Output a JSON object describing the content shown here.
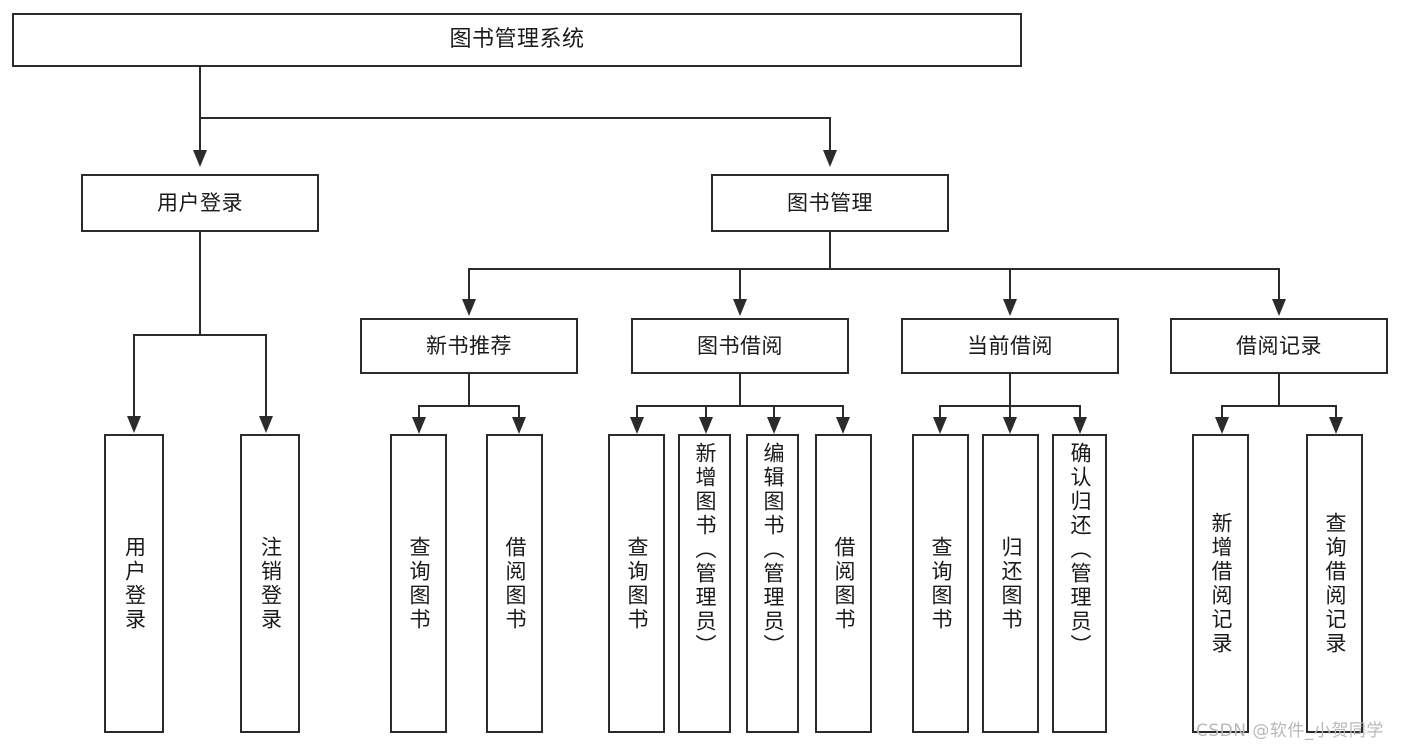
{
  "diagram": {
    "title": "图书管理系统",
    "watermark": "CSDN @软件_小贺同学",
    "colors": {
      "stroke": "#2b2b2b",
      "fill": "#ffffff",
      "text": "#1a1a1a",
      "watermark": "#b9b9b9",
      "background": "#ffffff"
    },
    "root": {
      "label": "图书管理系统"
    },
    "level1": [
      {
        "id": "user-login",
        "label": "用户登录"
      },
      {
        "id": "book-manage",
        "label": "图书管理"
      }
    ],
    "level2": [
      {
        "id": "new-book-recommend",
        "label": "新书推荐"
      },
      {
        "id": "book-borrow",
        "label": "图书借阅"
      },
      {
        "id": "current-borrow",
        "label": "当前借阅"
      },
      {
        "id": "borrow-record",
        "label": "借阅记录"
      }
    ],
    "leaves": {
      "user_login": [
        {
          "id": "leaf-user-login",
          "label": "用户登录"
        },
        {
          "id": "leaf-logout-login",
          "label": "注销登录"
        }
      ],
      "new_book_recommend": [
        {
          "id": "leaf-query-book-1",
          "label": "查询图书"
        },
        {
          "id": "leaf-borrow-book-1",
          "label": "借阅图书"
        }
      ],
      "book_borrow": [
        {
          "id": "leaf-query-book-2",
          "label": "查询图书"
        },
        {
          "id": "leaf-add-book-admin",
          "label": "新增图书（管理员）"
        },
        {
          "id": "leaf-edit-book-admin",
          "label": "编辑图书（管理员）"
        },
        {
          "id": "leaf-borrow-book-2",
          "label": "借阅图书"
        }
      ],
      "current_borrow": [
        {
          "id": "leaf-query-book-3",
          "label": "查询图书"
        },
        {
          "id": "leaf-return-book",
          "label": "归还图书"
        },
        {
          "id": "leaf-confirm-return-admin",
          "label": "确认归还（管理员）"
        }
      ],
      "borrow_record": [
        {
          "id": "leaf-add-borrow-record",
          "label": "新增借阅记录"
        },
        {
          "id": "leaf-query-borrow-record",
          "label": "查询借阅记录"
        }
      ]
    }
  }
}
